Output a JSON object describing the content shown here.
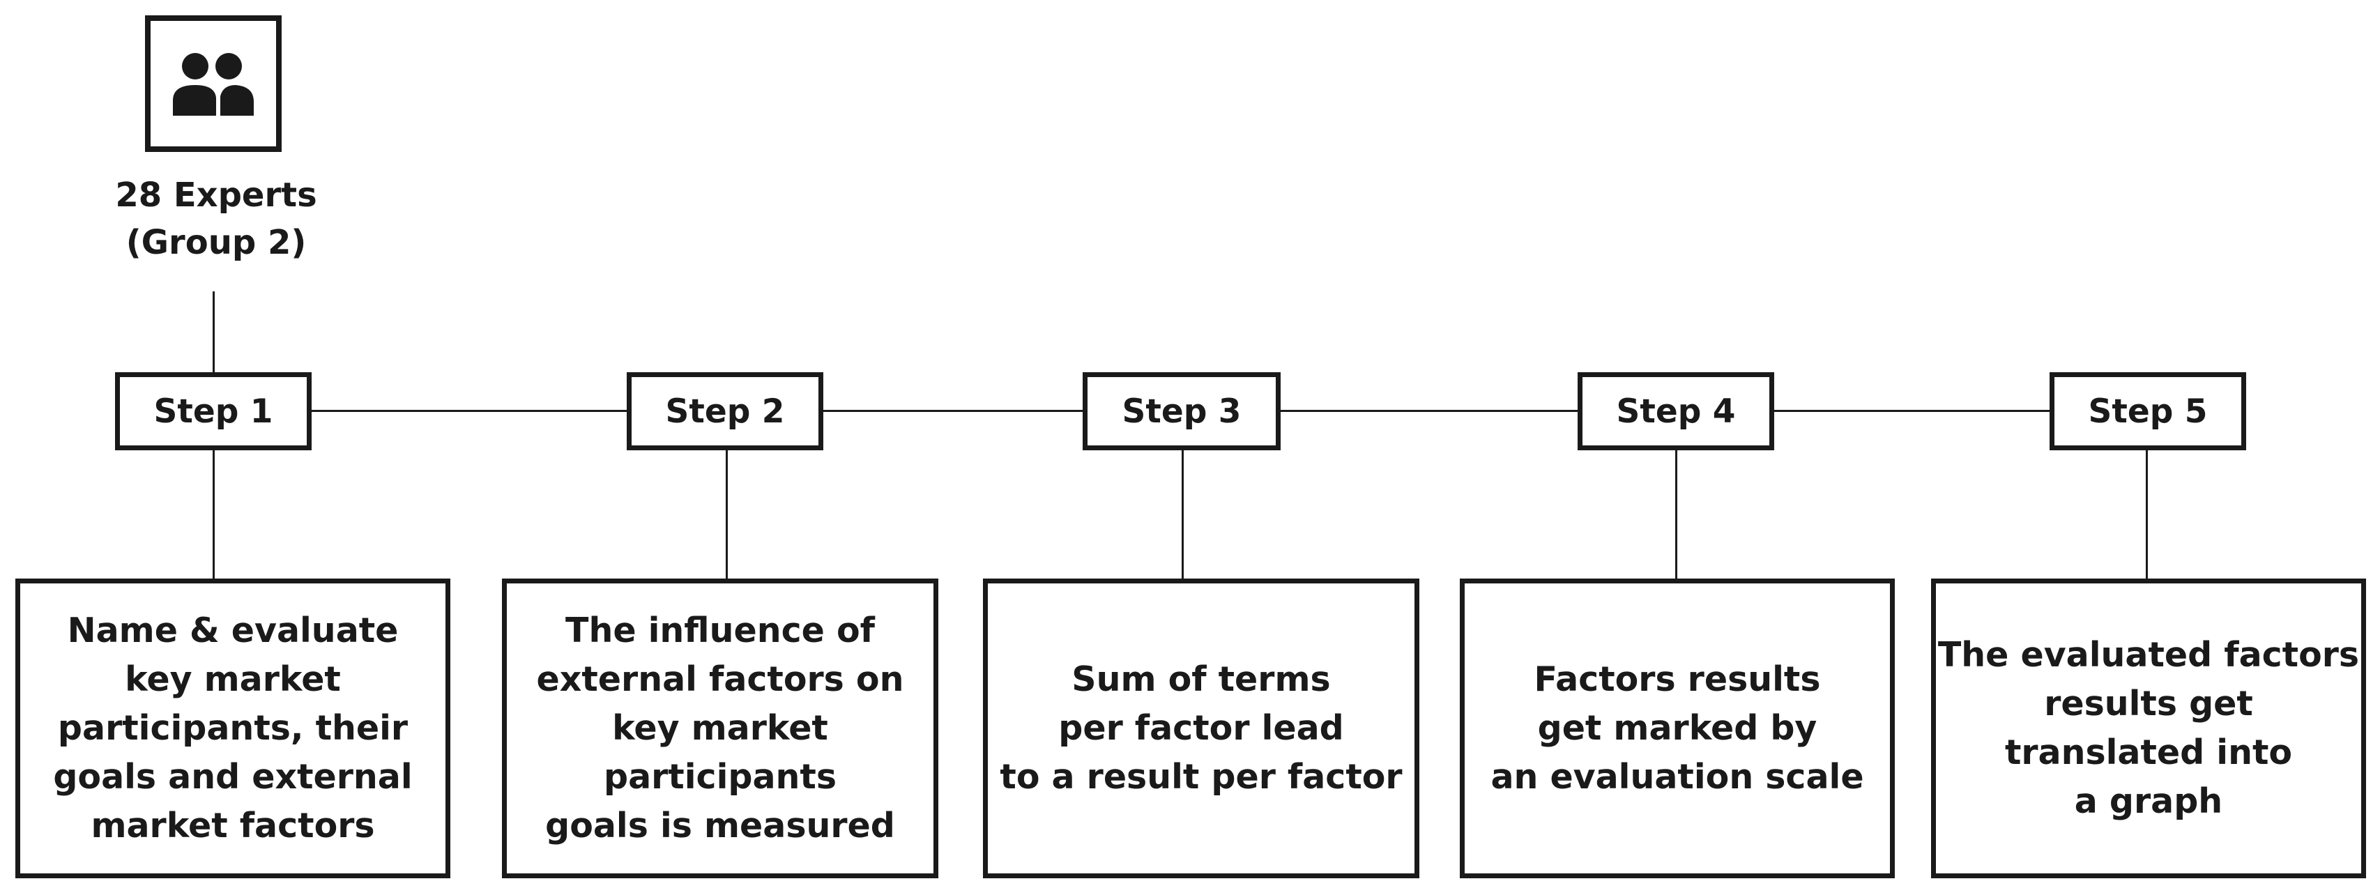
{
  "expert": {
    "icon": "people-icon",
    "line1": "28 Experts",
    "line2": "(Group 2)"
  },
  "steps": [
    {
      "label": "Step 1",
      "description": [
        "Name & evaluate",
        "key market",
        "participants, their",
        "goals and external",
        "market factors"
      ]
    },
    {
      "label": "Step 2",
      "description": [
        "The influence of",
        "external factors on",
        "key market",
        "participants",
        "goals is measured"
      ]
    },
    {
      "label": "Step 3",
      "description": [
        "Sum of terms",
        "per factor lead",
        "to a result per factor"
      ]
    },
    {
      "label": "Step 4",
      "description": [
        "Factors results",
        "get marked by",
        "an evaluation scale"
      ]
    },
    {
      "label": "Step 5",
      "description": [
        "The evaluated factors",
        "results get",
        "translated into",
        "a graph"
      ]
    }
  ],
  "colors": {
    "line": "#1a1a1a",
    "background": "#ffffff"
  }
}
